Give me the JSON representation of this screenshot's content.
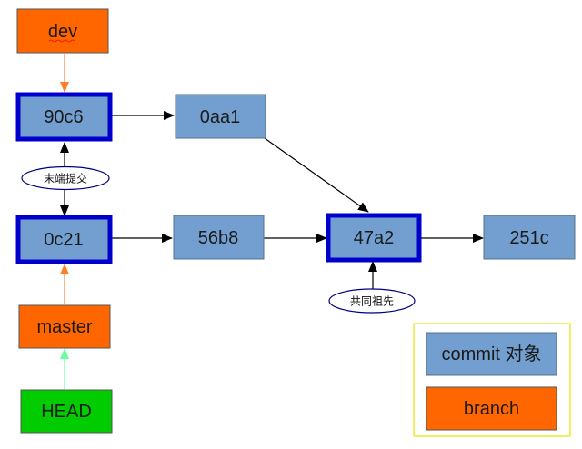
{
  "branches": {
    "dev": "dev",
    "master": "master",
    "head": "HEAD"
  },
  "commits": {
    "c90c6": "90c6",
    "c0aa1": "0aa1",
    "c0c21": "0c21",
    "c56b8": "56b8",
    "c47a2": "47a2",
    "c251c": "251c"
  },
  "annotations": {
    "tip_commit": "末端提交",
    "common_ancestor": "共同祖先"
  },
  "legend": {
    "commit_object": "commit 对象",
    "branch": "branch"
  },
  "colors": {
    "commit_fill": "#729fcf",
    "commit_highlight_border": "#0000cc",
    "branch_fill": "#ff6600",
    "head_fill": "#00cc00",
    "pointer_arrow_orange": "#ff7f27",
    "pointer_arrow_green": "#66ff99",
    "annotation_ellipse_border": "#000080",
    "legend_border": "#e6e600"
  }
}
